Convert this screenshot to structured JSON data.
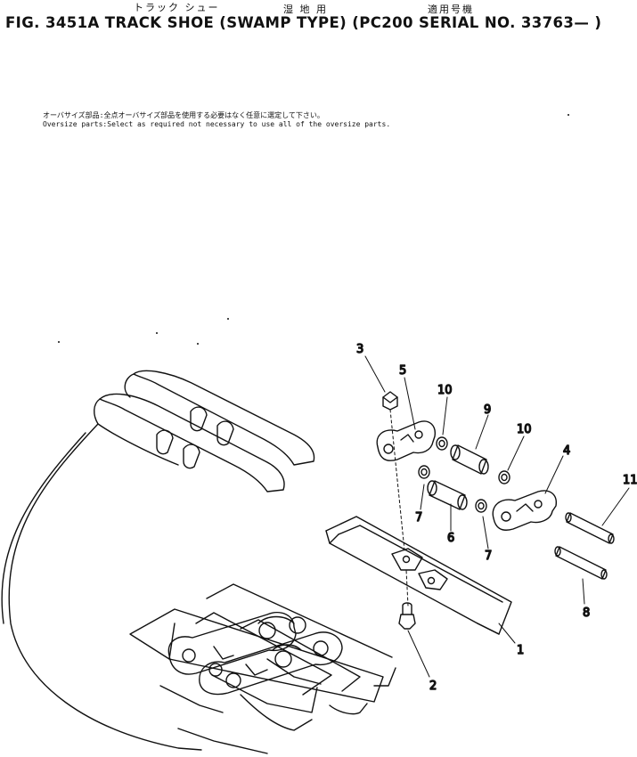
{
  "header": {
    "jp_track_shoe": "トラック シュー",
    "jp_swamp": "湿 地 用",
    "jp_applicable": "適用号機",
    "title": "FIG. 3451A  TRACK SHOE (SWAMP TYPE) (PC200 SERIAL NO. 33763— )"
  },
  "notes": {
    "japanese": "オーバサイズ部品:全点オーバサイズ部品を使用する必要はなく任意に選定して下さい。",
    "english": "Oversize parts:Select as required not necessary to use all of the oversize parts."
  },
  "callouts": [
    "1",
    "2",
    "3",
    "4",
    "5",
    "6",
    "7",
    "7",
    "8",
    "9",
    "10",
    "10",
    "11"
  ]
}
